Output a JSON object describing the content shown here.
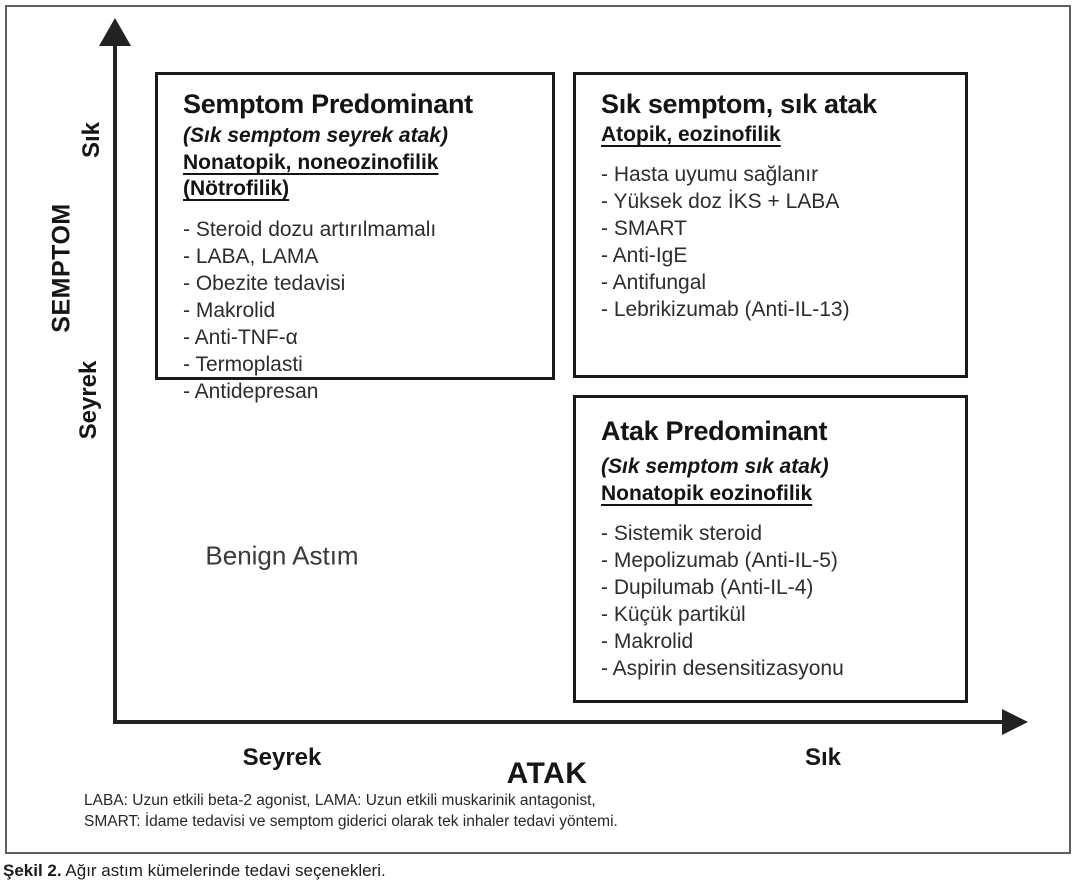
{
  "figure": {
    "axes": {
      "y_title": "SEMPTOM",
      "y_high_label": "Sık",
      "y_low_label": "Seyrek",
      "x_title": "ATAK",
      "x_low_label": "Seyrek",
      "x_high_label": "Sık"
    },
    "quadrants": [
      {
        "id": "semptom-predominant",
        "title": "Semptom Predominant",
        "subtitle": "(Sık semptom seyrek atak)",
        "subtype": "Nonatopik, noneozinofilik (Nötrofilik)",
        "items": [
          "Steroid dozu artırılmamalı",
          "LABA, LAMA",
          "Obezite tedavisi",
          "Makrolid",
          "Anti-TNF-α",
          "Termoplasti",
          "Antidepresan"
        ]
      },
      {
        "id": "sik-semptom-sik-atak",
        "title": "Sık semptom, sık atak",
        "subtitle": "",
        "subtype": "Atopik, eozinofilik",
        "items": [
          "Hasta uyumu sağlanır",
          "Yüksek doz İKS + LABA",
          "SMART",
          "Anti-IgE",
          "Antifungal",
          "Lebrikizumab (Anti-IL-13)"
        ]
      },
      {
        "id": "atak-predominant",
        "title": "Atak Predominant",
        "subtitle": "(Sık semptom sık atak)",
        "subtype": "Nonatopik eozinofilik",
        "items": [
          "Sistemik steroid",
          "Mepolizumab (Anti-IL-5)",
          "Dupilumab (Anti-IL-4)",
          "Küçük partikül",
          "Makrolid",
          "Aspirin desensitizasyonu"
        ]
      }
    ],
    "benign_label": "Benign Astım",
    "footnotes": [
      "LABA: Uzun etkili beta-2 agonist, LAMA: Uzun etkili muskarinik antagonist,",
      "SMART: İdame tedavisi ve semptom giderici olarak tek inhaler tedavi yöntemi."
    ]
  },
  "caption": {
    "label": "Şekil 2.",
    "text": "Ağır astım kümelerinde tedavi seçenekleri."
  },
  "colors": {
    "ink": "#1d1d1d",
    "box_border": "#1a1a1a",
    "frame_border": "#5f5f5f",
    "background": "#ffffff"
  },
  "list_bullet_prefix": "- "
}
